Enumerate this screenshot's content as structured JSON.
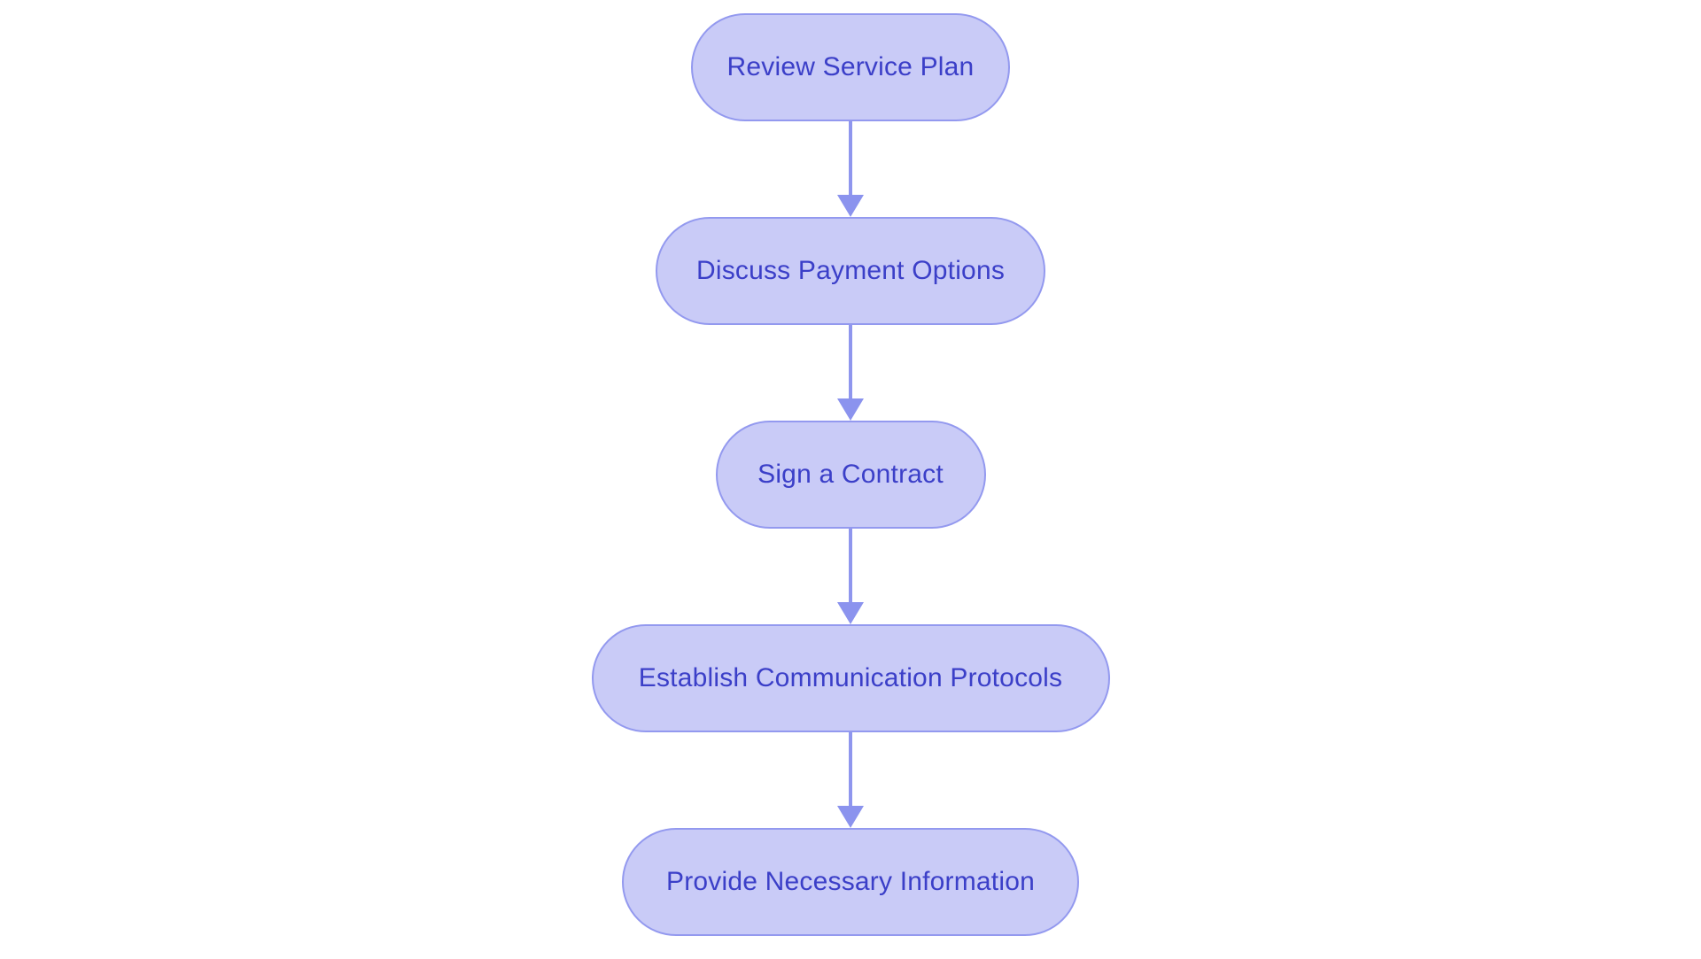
{
  "page": {
    "background_color": "#ffffff"
  },
  "flowchart": {
    "type": "flowchart",
    "direction": "top-down",
    "node_shape": "stadium",
    "node_fill_color": "#c9cbf7",
    "node_border_color": "#9399ef",
    "node_text_color": "#3b3fc8",
    "arrow_color": "#8f96ee",
    "nodes": [
      {
        "id": "review-service-plan",
        "label": "Review Service Plan"
      },
      {
        "id": "discuss-payment-options",
        "label": "Discuss Payment Options"
      },
      {
        "id": "sign-a-contract",
        "label": "Sign a Contract"
      },
      {
        "id": "establish-communication-protocols",
        "label": "Establish Communication Protocols"
      },
      {
        "id": "provide-necessary-information",
        "label": "Provide Necessary Information"
      }
    ],
    "edges": [
      {
        "from": "review-service-plan",
        "to": "discuss-payment-options"
      },
      {
        "from": "discuss-payment-options",
        "to": "sign-a-contract"
      },
      {
        "from": "sign-a-contract",
        "to": "establish-communication-protocols"
      },
      {
        "from": "establish-communication-protocols",
        "to": "provide-necessary-information"
      }
    ]
  }
}
